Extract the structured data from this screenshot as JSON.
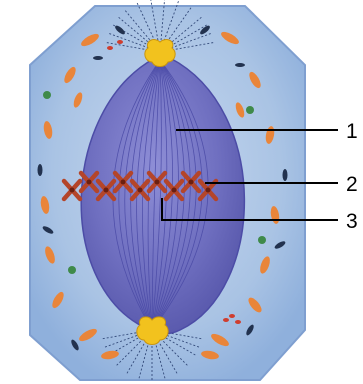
{
  "callouts": [
    {
      "number": "1"
    },
    {
      "number": "2"
    },
    {
      "number": "3"
    }
  ],
  "colors": {
    "cytoplasm": "#a9c3e4",
    "cytoplasm_edge": "#7f9fd0",
    "spindle": "#6f6fc0",
    "spindle_fiber": "#4c4ca6",
    "chromosome": "#b4452a",
    "centrosome": "#f2c21e",
    "organelle_orange": "#e9853a",
    "organelle_navy": "#22324f",
    "organelle_red": "#cf3d2e",
    "organelle_green": "#3f8a4a",
    "leader_line": "#000000"
  }
}
